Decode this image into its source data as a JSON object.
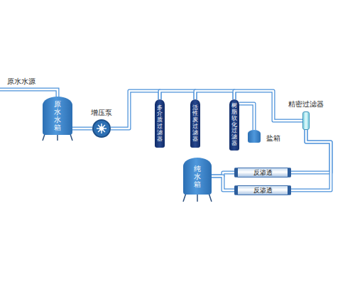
{
  "diagram": {
    "nodes": [
      {
        "text": [
          "原水水箱"
        ]
      },
      {
        "text": [
          "增压泵"
        ]
      },
      {
        "text": [
          "多介质过滤器"
        ]
      },
      {
        "text": [
          "活性炭过滤器"
        ]
      },
      {
        "text": [
          "树脂软化过滤器"
        ]
      },
      {
        "text": [
          "盐箱"
        ]
      },
      {
        "text": [
          "精密过滤器"
        ]
      },
      {
        "text": [
          "反渗透"
        ]
      },
      {
        "text": [
          "反渗透"
        ]
      },
      {
        "text": [
          "纯水箱"
        ]
      }
    ],
    "edges": [
      {
        "from": 0,
        "to": 1,
        "arrow": "none"
      },
      {
        "from": 1,
        "to": 2,
        "arrow": "none"
      },
      {
        "from": 2,
        "to": 3,
        "arrow": "none"
      },
      {
        "from": 3,
        "to": 4,
        "arrow": "none"
      },
      {
        "from": 4,
        "to": 5,
        "arrow": "none"
      },
      {
        "from": 4,
        "to": 6,
        "arrow": "none"
      },
      {
        "from": 6,
        "to": 7,
        "arrow": "none"
      },
      {
        "from": 6,
        "to": 8,
        "arrow": "none"
      },
      {
        "from": 7,
        "to": 9,
        "arrow": "none"
      },
      {
        "from": 8,
        "to": 9,
        "arrow": "none"
      }
    ],
    "labels": [
      "原水水源"
    ]
  }
}
